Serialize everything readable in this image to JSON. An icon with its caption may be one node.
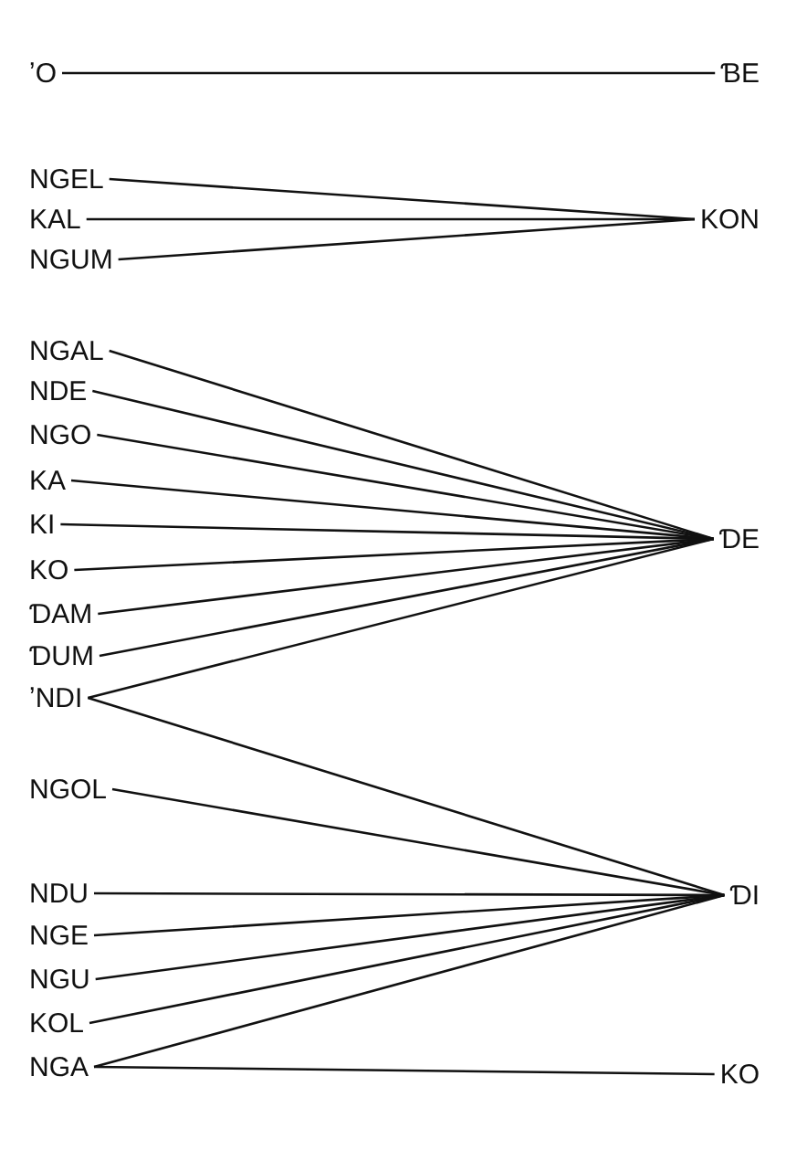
{
  "diagram": {
    "nodes": [
      {
        "text": [
          "ʼO"
        ]
      },
      {
        "text": [
          "NGEL"
        ]
      },
      {
        "text": [
          "KAL"
        ]
      },
      {
        "text": [
          "NGUM"
        ]
      },
      {
        "text": [
          "NGAL"
        ]
      },
      {
        "text": [
          "NDE"
        ]
      },
      {
        "text": [
          "NGO"
        ]
      },
      {
        "text": [
          "KA"
        ]
      },
      {
        "text": [
          "KI"
        ]
      },
      {
        "text": [
          "KO"
        ]
      },
      {
        "text": [
          "ƊAM"
        ]
      },
      {
        "text": [
          "ƊUM"
        ]
      },
      {
        "text": [
          "ʼNDI"
        ]
      },
      {
        "text": [
          "NGOL"
        ]
      },
      {
        "text": [
          "NDU"
        ]
      },
      {
        "text": [
          "NGE"
        ]
      },
      {
        "text": [
          "NGU"
        ]
      },
      {
        "text": [
          "KOL"
        ]
      },
      {
        "text": [
          "NGA"
        ]
      },
      {
        "text": [
          "ƁE"
        ]
      },
      {
        "text": [
          "KON"
        ]
      },
      {
        "text": [
          "ƊE"
        ]
      },
      {
        "text": [
          "ƊI"
        ]
      },
      {
        "text": [
          "KO"
        ]
      }
    ],
    "edges": [
      {
        "from": 0,
        "to": 19,
        "arrow": "none"
      },
      {
        "from": 1,
        "to": 20,
        "arrow": "none"
      },
      {
        "from": 2,
        "to": 20,
        "arrow": "none"
      },
      {
        "from": 3,
        "to": 20,
        "arrow": "none"
      },
      {
        "from": 4,
        "to": 21,
        "arrow": "none"
      },
      {
        "from": 5,
        "to": 21,
        "arrow": "none"
      },
      {
        "from": 6,
        "to": 21,
        "arrow": "none"
      },
      {
        "from": 7,
        "to": 21,
        "arrow": "none"
      },
      {
        "from": 8,
        "to": 21,
        "arrow": "none"
      },
      {
        "from": 9,
        "to": 21,
        "arrow": "none"
      },
      {
        "from": 10,
        "to": 21,
        "arrow": "none"
      },
      {
        "from": 11,
        "to": 21,
        "arrow": "none"
      },
      {
        "from": 12,
        "to": 21,
        "arrow": "none"
      },
      {
        "from": 12,
        "to": 22,
        "arrow": "none"
      },
      {
        "from": 13,
        "to": 22,
        "arrow": "none"
      },
      {
        "from": 14,
        "to": 22,
        "arrow": "none"
      },
      {
        "from": 15,
        "to": 22,
        "arrow": "none"
      },
      {
        "from": 16,
        "to": 22,
        "arrow": "none"
      },
      {
        "from": 17,
        "to": 22,
        "arrow": "none"
      },
      {
        "from": 18,
        "to": 22,
        "arrow": "none"
      },
      {
        "from": 18,
        "to": 23,
        "arrow": "none"
      }
    ]
  }
}
